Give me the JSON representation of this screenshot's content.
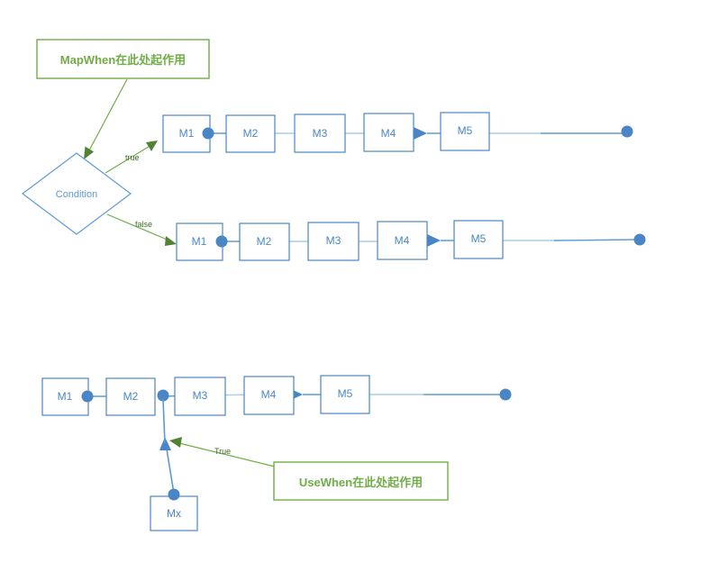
{
  "diagram": {
    "title": "MapWhen / UseWhen middleware pipeline diagram",
    "colors": {
      "node_blue": "#4a86c5",
      "node_blue_light": "#5b9bd5",
      "line_pale": "#a9cdea",
      "green": "#70ad47",
      "green_dark": "#548235",
      "background": "#ffffff"
    },
    "callouts": [
      {
        "id": "mapwhen-callout",
        "text": "MapWhen在此处起作用"
      },
      {
        "id": "usewhen-callout",
        "text": "UseWhen在此处起作用"
      }
    ],
    "decision": {
      "id": "condition-node",
      "label": "Condition",
      "branches": [
        {
          "id": "branch-true",
          "label": "true"
        },
        {
          "id": "branch-false",
          "label": "false"
        }
      ]
    },
    "pipelines": [
      {
        "id": "pipeline-true",
        "branch": "true",
        "nodes": [
          "M1",
          "M2",
          "M3",
          "M4",
          "M5"
        ],
        "terminator": "endpoint-dot"
      },
      {
        "id": "pipeline-false",
        "branch": "false",
        "nodes": [
          "M1",
          "M2",
          "M3",
          "M4",
          "M5"
        ],
        "terminator": "endpoint-dot"
      },
      {
        "id": "pipeline-usewhen",
        "branch": "",
        "nodes": [
          "M1",
          "M2",
          "M3",
          "M4",
          "M5"
        ],
        "terminator": "endpoint-dot"
      }
    ],
    "branch_node": {
      "id": "mx-node",
      "label": "Mx",
      "condition_label": "True"
    }
  }
}
